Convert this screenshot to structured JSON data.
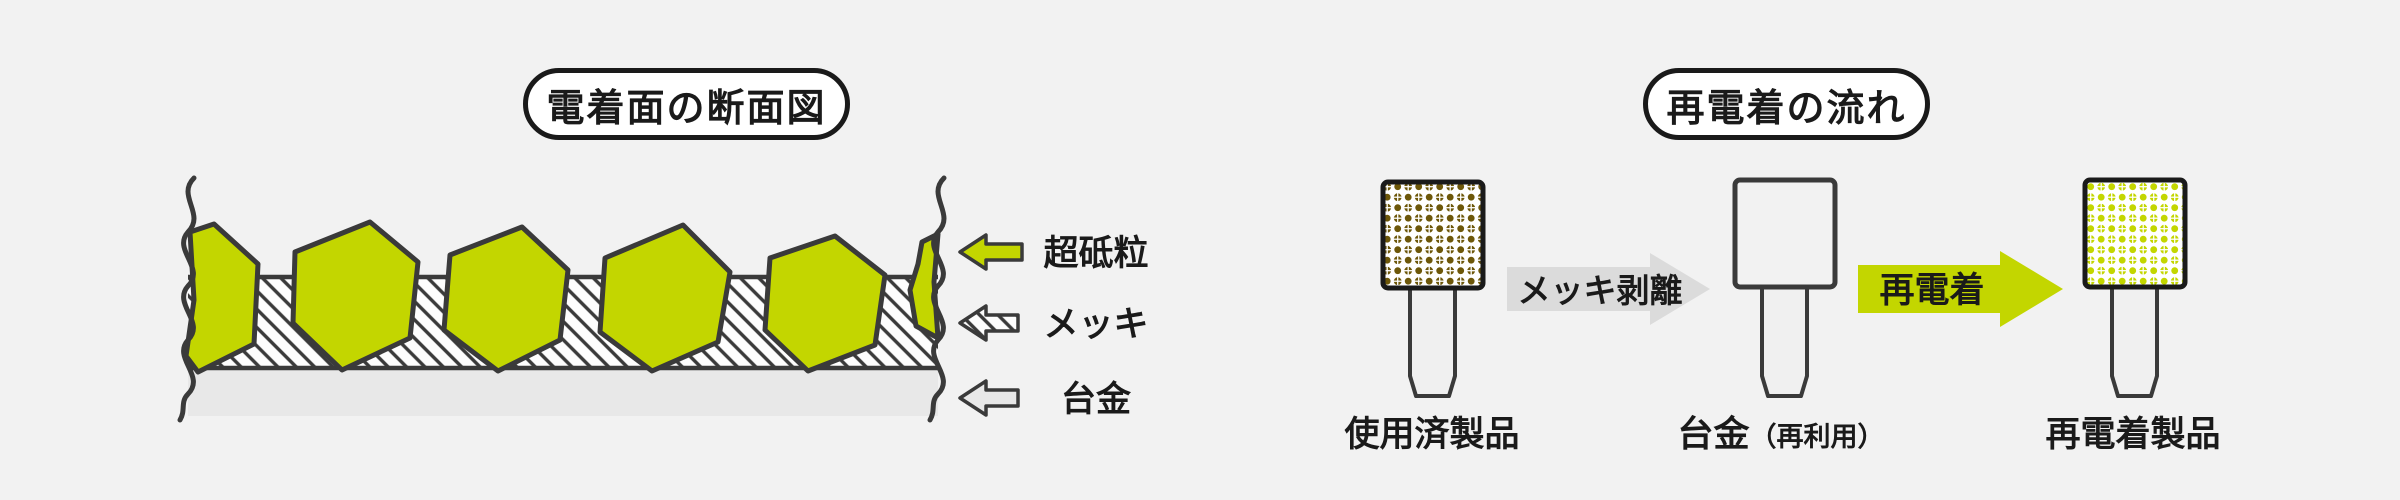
{
  "left_panel": {
    "title": "電着面の断面図",
    "legend": [
      {
        "label": "超砥粒",
        "swatch": "green-arrow"
      },
      {
        "label": "メッキ",
        "swatch": "hatched-arrow"
      },
      {
        "label": "台金",
        "swatch": "gray-arrow"
      }
    ]
  },
  "right_panel": {
    "title": "再電着の流れ",
    "steps": [
      {
        "label": "使用済製品"
      },
      {
        "label_main": "台金",
        "label_sub": "（再利用）"
      },
      {
        "label": "再電着製品"
      }
    ],
    "arrows": [
      {
        "label": "メッキ剥離",
        "color": "#dbdbdb"
      },
      {
        "label": "再電着",
        "color": "#c3d600"
      }
    ]
  },
  "colors": {
    "background": "#f2f2f2",
    "abrasive_green": "#c3d600",
    "worn_brown": "#6d5709",
    "base_metal_gray": "#e8e8e8",
    "outline_dark": "#3a3a3a",
    "arrow_gray": "#dbdbdb"
  }
}
